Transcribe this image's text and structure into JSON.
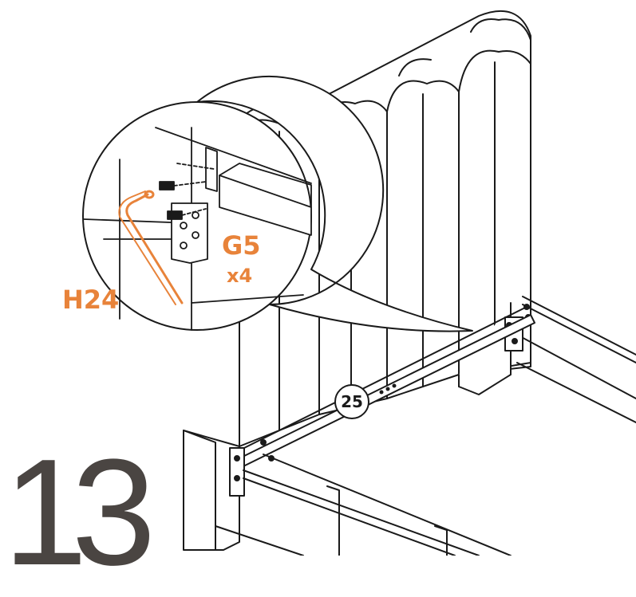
{
  "step": {
    "number": "13"
  },
  "parts": {
    "tool": {
      "code": "H24"
    },
    "bolt": {
      "code": "G5",
      "quantity": "x4"
    },
    "rail": {
      "code": "25"
    }
  },
  "colors": {
    "accent": "#e8833a",
    "line": "#1a1a1a",
    "step_number": "#4a4542",
    "fill": "#ffffff",
    "shade": "#f2f2f2"
  },
  "icons": {
    "tool": "allen-key-icon",
    "bolt": "bolt-icon"
  }
}
